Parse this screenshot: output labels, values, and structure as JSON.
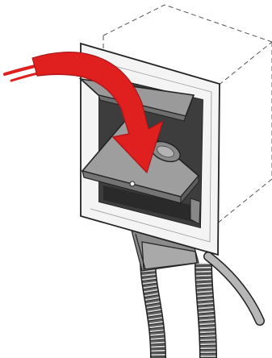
{
  "diagram": {
    "components": [
      {
        "id": "wall-outline",
        "style": "dashed"
      },
      {
        "id": "mounting-frame"
      },
      {
        "id": "hinged-door",
        "state": "closing"
      },
      {
        "id": "inlet-plate"
      },
      {
        "id": "hose-left",
        "style": "corrugated"
      },
      {
        "id": "hose-right",
        "style": "corrugated"
      },
      {
        "id": "cable",
        "style": "smooth"
      }
    ],
    "motion": {
      "icon": "curved-arrow",
      "direction": "down",
      "color": "#e0201f"
    },
    "colors": {
      "arrow": "#e0201f",
      "arrow_dark": "#b5181a",
      "line": "#222222",
      "frame": "#f4f4f4",
      "door": "#9a9a9a",
      "door_dark": "#6f6f6f",
      "interior": "#3d3d3d",
      "hose": "#8f8f8f"
    }
  }
}
